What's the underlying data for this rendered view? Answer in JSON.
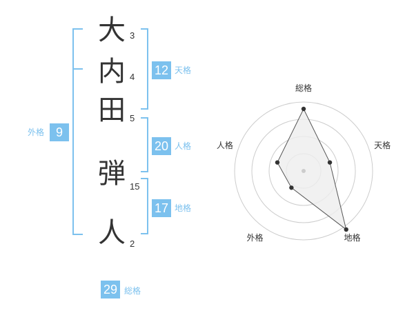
{
  "name": {
    "chars": [
      {
        "char": "大",
        "strokes": "3"
      },
      {
        "char": "内",
        "strokes": "4"
      },
      {
        "char": "田",
        "strokes": "5"
      },
      {
        "char": "弾",
        "strokes": "15"
      },
      {
        "char": "人",
        "strokes": "2"
      }
    ]
  },
  "fortunes": {
    "gaikaku": {
      "value": "9",
      "label": "外格"
    },
    "tenkaku": {
      "value": "12",
      "label": "天格"
    },
    "jinkaku": {
      "value": "20",
      "label": "人格"
    },
    "chikaku": {
      "value": "17",
      "label": "地格"
    },
    "soukaku": {
      "value": "29",
      "label": "総格"
    }
  },
  "colors": {
    "accent": "#7cc1ee",
    "text": "#333333",
    "ring": "#cccccc",
    "polygon_fill": "#eeeeee",
    "polygon_stroke": "#555555"
  },
  "chart_data": {
    "type": "radar",
    "axes": [
      "総格",
      "天格",
      "地格",
      "外格",
      "人格"
    ],
    "values": [
      0.9,
      0.4,
      1.05,
      0.3,
      0.4
    ],
    "rings": 4,
    "grid": true
  }
}
